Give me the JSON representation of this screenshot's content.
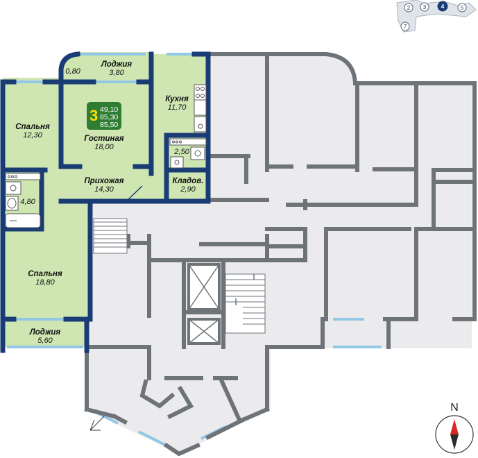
{
  "section_map": {
    "sections": [
      {
        "number": "2",
        "active": false
      },
      {
        "number": "3",
        "active": false
      },
      {
        "number": "4",
        "active": true
      },
      {
        "number": "5",
        "active": false
      },
      {
        "number": "7",
        "active": false
      }
    ]
  },
  "apartment": {
    "rooms_count": "3",
    "area_living": "49,10",
    "area_total": "85,30",
    "area_with_loggia": "85,50"
  },
  "rooms": [
    {
      "id": "loggia-top-small",
      "value": "0,80"
    },
    {
      "id": "loggia-top",
      "name": "Лоджия",
      "value": "3,80"
    },
    {
      "id": "kitchen",
      "name": "Кухня",
      "value": "11,70"
    },
    {
      "id": "bedroom-1",
      "name": "Спальня",
      "value": "12,30"
    },
    {
      "id": "living-room",
      "name": "Гостиная",
      "value": "18,00"
    },
    {
      "id": "bathroom",
      "value": "2,50"
    },
    {
      "id": "hallway",
      "name": "Прихожая",
      "value": "14,30"
    },
    {
      "id": "storage",
      "name": "Кладов.",
      "value": "2,90"
    },
    {
      "id": "wc",
      "value": "4,80"
    },
    {
      "id": "bedroom-2",
      "name": "Спальня",
      "value": "18,80"
    },
    {
      "id": "loggia-bottom",
      "name": "Лоджия",
      "value": "5,60"
    }
  ],
  "compass": {
    "label": "N"
  },
  "colors": {
    "apartment_fill": "#cfe6b2",
    "common_fill": "#ebebee",
    "wall_apartment": "#1a3c75",
    "wall_other": "#6e7378",
    "window": "#93c7e6",
    "badge": "#2f7d32",
    "active_section": "#1a3c75"
  }
}
